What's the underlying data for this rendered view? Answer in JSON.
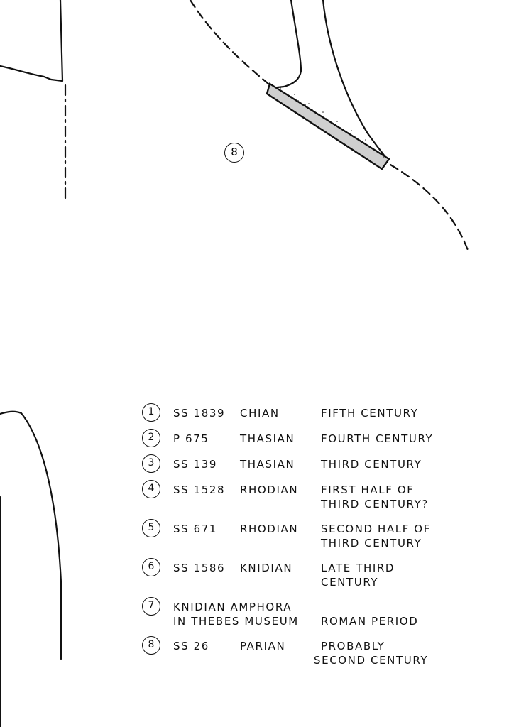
{
  "drawing": {
    "marker": "8"
  },
  "legend": {
    "rows": [
      {
        "num": "1",
        "code": "SS 1839",
        "type": "CHIAN",
        "date": "FIFTH CENTURY"
      },
      {
        "num": "2",
        "code": "P 675",
        "type": "THASIAN",
        "date": "FOURTH CENTURY"
      },
      {
        "num": "3",
        "code": "SS 139",
        "type": "THASIAN",
        "date": "THIRD CENTURY"
      },
      {
        "num": "4",
        "code": "SS 1528",
        "type": "RHODIAN",
        "date": "FIRST HALF OF",
        "date2": "THIRD CENTURY?"
      },
      {
        "num": "5",
        "code": "SS 671",
        "type": "RHODIAN",
        "date": "SECOND HALF OF",
        "date2": "THIRD CENTURY"
      },
      {
        "num": "6",
        "code": "SS 1586",
        "type": "KNIDIAN",
        "date": "LATE THIRD",
        "date2": "CENTURY"
      },
      {
        "num": "7",
        "line1": "KNIDIAN AMPHORA",
        "line2": "IN THEBES MUSEUM",
        "date": "ROMAN PERIOD"
      },
      {
        "num": "8",
        "code": "SS 26",
        "type": "PARIAN",
        "date": "PROBABLY",
        "date2": "SECOND CENTURY"
      }
    ]
  }
}
